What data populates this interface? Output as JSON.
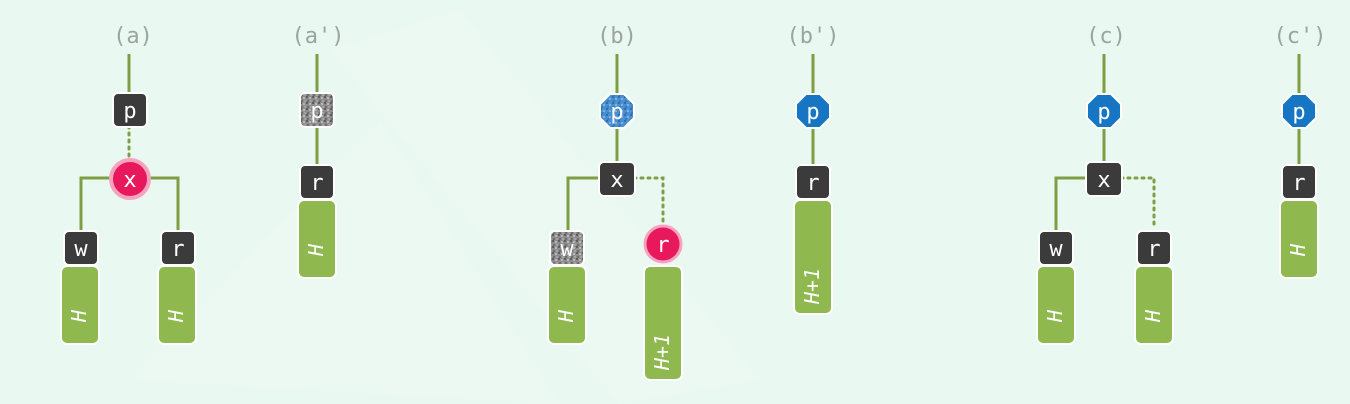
{
  "panels": [
    {
      "label": "(a)",
      "nodes": {
        "p": "p",
        "x": "x",
        "w": "w",
        "r": "r"
      },
      "heights": {
        "w": "H",
        "r": "H"
      }
    },
    {
      "label": "(a')",
      "nodes": {
        "p": "p",
        "r": "r"
      },
      "heights": {
        "r": "H"
      }
    },
    {
      "label": "(b)",
      "nodes": {
        "p": "p",
        "x": "x",
        "w": "w",
        "r": "r"
      },
      "heights": {
        "w": "H",
        "r": "H+1"
      }
    },
    {
      "label": "(b')",
      "nodes": {
        "p": "p",
        "r": "r"
      },
      "heights": {
        "r": "H+1"
      }
    },
    {
      "label": "(c)",
      "nodes": {
        "p": "p",
        "x": "x",
        "w": "w",
        "r": "r"
      },
      "heights": {
        "w": "H",
        "r": "H"
      }
    },
    {
      "label": "(c')",
      "nodes": {
        "p": "p",
        "r": "r"
      },
      "heights": {
        "r": "H"
      }
    }
  ],
  "colors": {
    "background": "#e9f8f0",
    "edge": "#7e9e43",
    "node_dark": "#3b3b3b",
    "node_red": "#e8185d",
    "node_blue": "#1676c4",
    "subtree_green": "#8fb84e",
    "label_gray": "#9aa4a0"
  }
}
